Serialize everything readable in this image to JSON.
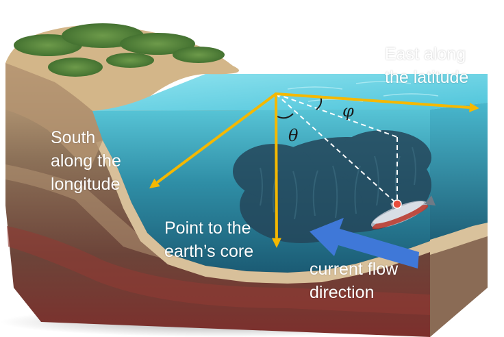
{
  "labels": {
    "east": [
      "East along",
      "the latitude"
    ],
    "south": [
      "South",
      "along the",
      "longitude"
    ],
    "core": [
      "Point to the",
      "earth’s core"
    ],
    "current": [
      "current flow",
      "direction"
    ]
  },
  "angles": {
    "phi": "φ",
    "theta": "θ"
  },
  "colors": {
    "arrow": "#f5b800",
    "current_arrow": "#3f78d8",
    "water": "#5ccbe0",
    "soil": "#c8a77c",
    "grass": "#4f7d3a",
    "bedrock": "#7a3a33"
  },
  "icons": {
    "vehicle": "submarine-icon",
    "vegetation": "seagrass-icon"
  }
}
